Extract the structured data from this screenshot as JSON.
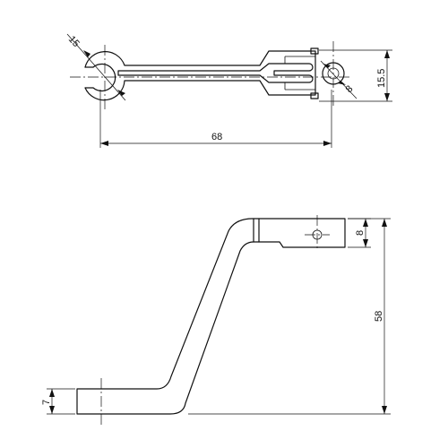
{
  "drawing": {
    "dimensions": {
      "outer_diameter": "15",
      "hole_diameter": "8",
      "length": "68",
      "width": "15.5",
      "top_thickness": "8",
      "height": "58",
      "bottom_thickness": "7"
    }
  }
}
